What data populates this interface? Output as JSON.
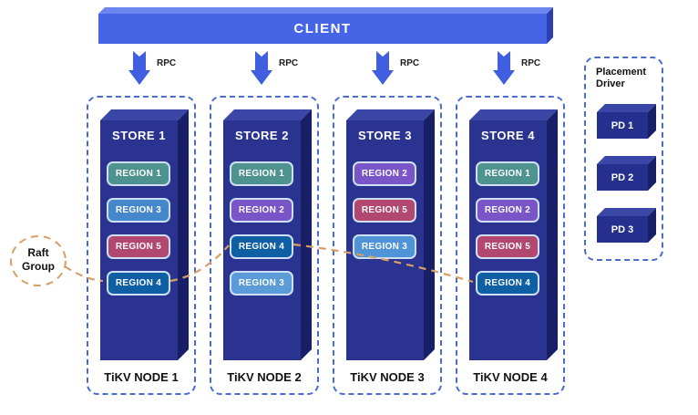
{
  "client": {
    "label": "CLIENT"
  },
  "rpc": {
    "labels": [
      "RPC",
      "RPC",
      "RPC",
      "RPC"
    ]
  },
  "raft_group": {
    "line1": "Raft",
    "line2": "Group"
  },
  "placement_driver": {
    "title_line1": "Placement",
    "title_line2": "Driver",
    "items": [
      {
        "label": "PD 1"
      },
      {
        "label": "PD 2"
      },
      {
        "label": "PD 3"
      }
    ]
  },
  "nodes": [
    {
      "store_label": "STORE 1",
      "node_label": "TiKV NODE 1",
      "regions": [
        {
          "label": "REGION 1",
          "color": "#4e938f"
        },
        {
          "label": "REGION 3",
          "color": "#4488cb"
        },
        {
          "label": "REGION 5",
          "color": "#b2486f"
        },
        {
          "label": "REGION 4",
          "color": "#0f5fa4"
        }
      ]
    },
    {
      "store_label": "STORE 2",
      "node_label": "TiKV NODE 2",
      "regions": [
        {
          "label": "REGION 1",
          "color": "#4e938f"
        },
        {
          "label": "REGION 2",
          "color": "#7a55c8"
        },
        {
          "label": "REGION 4",
          "color": "#0f5fa4"
        },
        {
          "label": "REGION 3",
          "color": "#5b9bd8"
        }
      ]
    },
    {
      "store_label": "STORE 3",
      "node_label": "TiKV NODE 3",
      "regions": [
        {
          "label": "REGION 2",
          "color": "#7a55c8"
        },
        {
          "label": "REGION 5",
          "color": "#b2486f"
        },
        {
          "label": "REGION 3",
          "color": "#4e94d6"
        }
      ]
    },
    {
      "store_label": "STORE 4",
      "node_label": "TiKV NODE 4",
      "regions": [
        {
          "label": "REGION 1",
          "color": "#4e938f"
        },
        {
          "label": "REGION 2",
          "color": "#7a55c8"
        },
        {
          "label": "REGION 5",
          "color": "#b2486f"
        },
        {
          "label": "REGION 4",
          "color": "#0f5fa4"
        }
      ]
    }
  ],
  "colors": {
    "client_bar": "#4565e6",
    "client_bar_top": "#6d85ee",
    "client_bar_side": "#2c3fae",
    "store_face": "#2a3490",
    "store_top": "#3a47a6",
    "store_side": "#191f66",
    "dashed_border": "#4a6bd0",
    "region_border": "#cfe0f4",
    "raft_dash": "#d89e66",
    "arrow": "#3f5ee0",
    "text_dark": "#111111",
    "text_light": "#ffffff"
  }
}
